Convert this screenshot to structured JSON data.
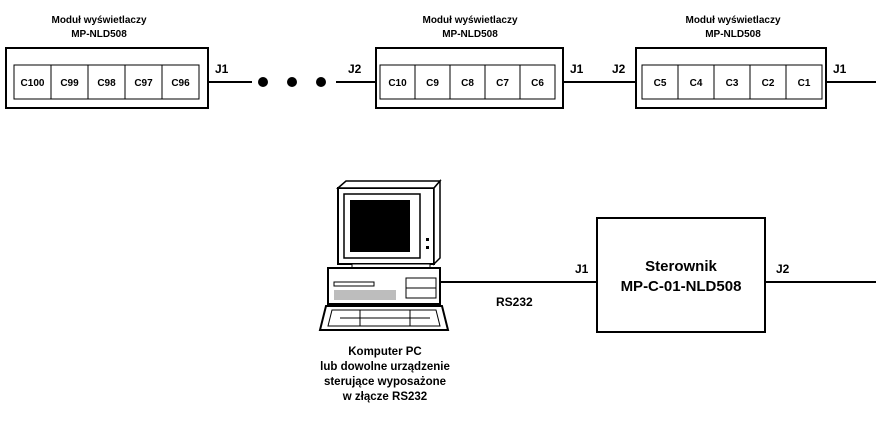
{
  "modules": [
    {
      "title_line1": "Moduł wyświetlaczy",
      "title_line2": "MP-NLD508",
      "cells": [
        "C100",
        "C99",
        "C98",
        "C97",
        "C96"
      ],
      "right_connector": "J1"
    },
    {
      "title_line1": "Moduł wyświetlaczy",
      "title_line2": "MP-NLD508",
      "left_connector": "J2",
      "cells": [
        "C10",
        "C9",
        "C8",
        "C7",
        "C6"
      ],
      "right_connector": "J1"
    },
    {
      "title_line1": "Moduł wyświetlaczy",
      "title_line2": "MP-NLD508",
      "left_connector": "J2",
      "cells": [
        "C5",
        "C4",
        "C3",
        "C2",
        "C1"
      ],
      "right_connector": "J1"
    }
  ],
  "controller": {
    "line1": "Sterownik",
    "line2": "MP-C-01-NLD508",
    "left_connector": "J1",
    "right_connector": "J2"
  },
  "link_label": "RS232",
  "pc_caption": [
    "Komputer PC",
    "lub dowolne urządzenie",
    "sterujące wyposażone",
    "w złącze RS232"
  ]
}
